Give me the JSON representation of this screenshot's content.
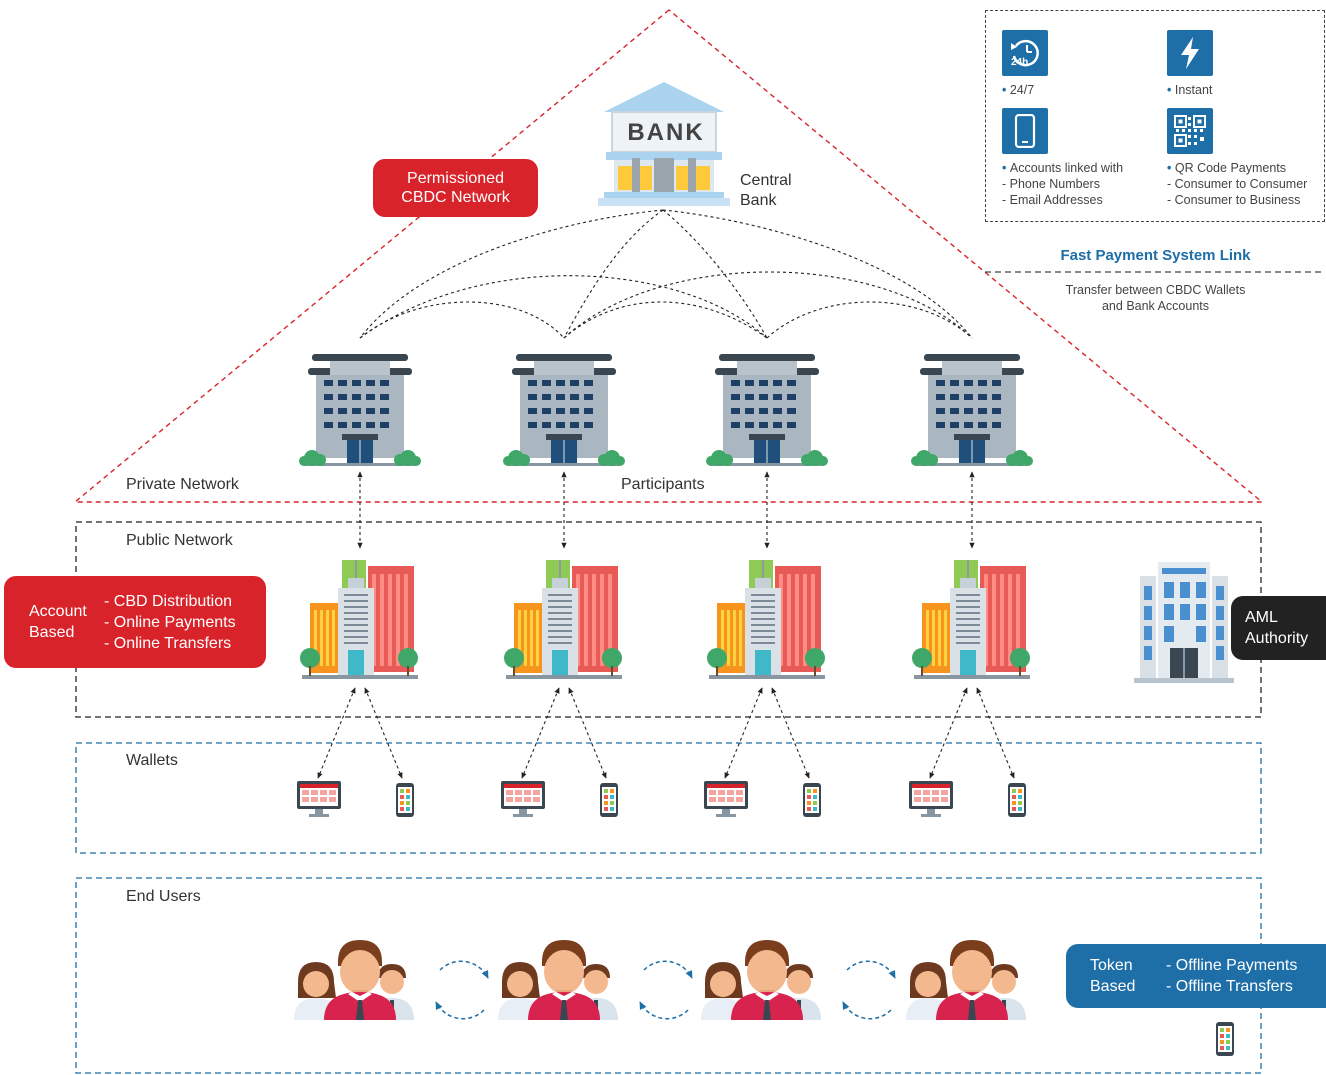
{
  "network_label": "Permissioned CBDC Network",
  "network_label_lines": [
    "Permissioned",
    "CBDC Network"
  ],
  "central_bank": {
    "sign": "BANK",
    "label_lines": [
      "Central",
      "Bank"
    ]
  },
  "legend": {
    "features": [
      {
        "icon": "clock-24h-icon",
        "icon_text": "24h",
        "title": "24/7",
        "details": []
      },
      {
        "icon": "lightning-icon",
        "title": "Instant",
        "details": []
      },
      {
        "icon": "smartphone-icon",
        "title": "Accounts linked with",
        "details": [
          "- Phone Numbers",
          "- Email Addresses"
        ]
      },
      {
        "icon": "qr-code-icon",
        "title": "QR Code Payments",
        "details": [
          "- Consumer to Consumer",
          "- Consumer to Business"
        ]
      }
    ],
    "link_title": "Fast Payment System Link",
    "link_desc_lines": [
      "Transfer between CBDC Wallets",
      "and Bank Accounts"
    ]
  },
  "zones": {
    "private": "Private Network",
    "participants": "Participants",
    "public": "Public Network",
    "wallets": "Wallets",
    "end_users": "End Users"
  },
  "account_based": {
    "title_lines": [
      "Account",
      "Based"
    ],
    "items": [
      "- CBD Distribution",
      "- Online Payments",
      "- Online Transfers"
    ]
  },
  "aml": {
    "lines": [
      "AML",
      "Authority"
    ]
  },
  "token_based": {
    "title_lines": [
      "Token",
      "Based"
    ],
    "items": [
      "- Offline Payments",
      "- Offline Transfers"
    ]
  },
  "colors": {
    "red": "#d8232a",
    "blue": "#1e6ea8",
    "dark": "#222222",
    "bank_roof": "#a9d3ef"
  }
}
